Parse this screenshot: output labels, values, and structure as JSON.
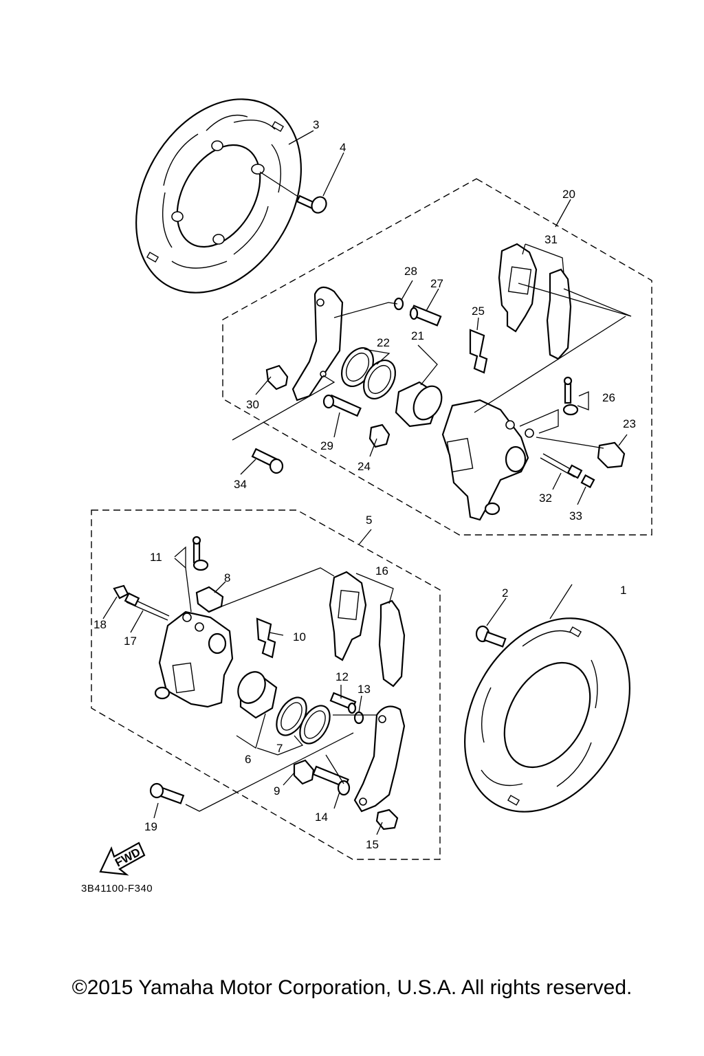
{
  "drawing_code": "3B41100-F340",
  "copyright": "©2015 Yamaha Motor Corporation, U.S.A. All rights reserved.",
  "fwd_label": "FWD",
  "callouts": {
    "c1": "1",
    "c2": "2",
    "c3": "3",
    "c4": "4",
    "c5": "5",
    "c6": "6",
    "c7": "7",
    "c8": "8",
    "c9": "9",
    "c10": "10",
    "c11": "11",
    "c12": "12",
    "c13": "13",
    "c14": "14",
    "c15": "15",
    "c16": "16",
    "c17": "17",
    "c18": "18",
    "c19": "19",
    "c20": "20",
    "c21": "21",
    "c22": "22",
    "c23": "23",
    "c24": "24",
    "c25": "25",
    "c26": "26",
    "c27": "27",
    "c28": "28",
    "c29": "29",
    "c30": "30",
    "c31": "31",
    "c32": "32",
    "c33": "33",
    "c34": "34"
  }
}
